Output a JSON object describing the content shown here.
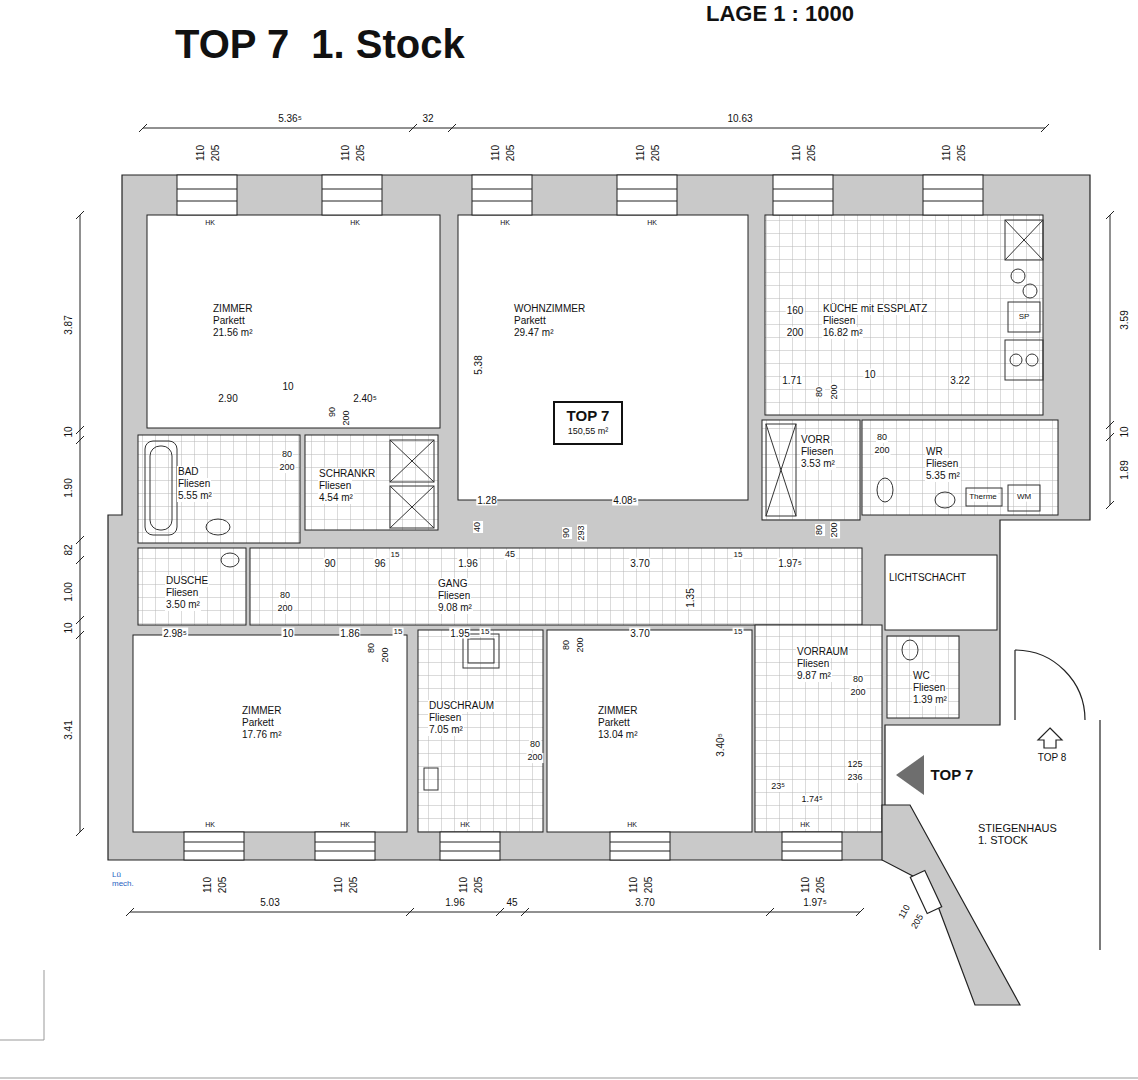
{
  "diagram": {
    "title": "TOP 7  1. Stock",
    "nodes": [
      {
        "text": [
          "ZIMMER",
          "Parkett",
          "21.56 m²"
        ]
      },
      {
        "text": [
          "WOHNZIMMER",
          "Parkett",
          "29.47 m²"
        ]
      },
      {
        "text": [
          "TOP 7",
          "150,55 m²"
        ],
        "in": 1
      },
      {
        "text": [
          "KÜCHE mit ESSPLATZ",
          "Fliesen",
          "16.82 m²"
        ]
      },
      {
        "text": [
          "BAD",
          "Fliesen",
          "5.55 m²"
        ]
      },
      {
        "text": [
          "SCHRANKR",
          "Fliesen",
          "4.54 m²"
        ]
      },
      {
        "text": [
          "VORR",
          "Fliesen",
          "3.53 m²"
        ]
      },
      {
        "text": [
          "WR",
          "Fliesen",
          "5.35 m²"
        ]
      },
      {
        "text": [
          "DUSCHE",
          "Fliesen",
          "3.50 m²"
        ]
      },
      {
        "text": [
          "GANG",
          "Fliesen",
          "9.08 m²"
        ]
      },
      {
        "text": [
          "LICHTSCHACHT"
        ]
      },
      {
        "text": [
          "ZIMMER",
          "Parkett",
          "17.76 m²"
        ]
      },
      {
        "text": [
          "DUSCHRAUM",
          "Fliesen",
          "7.05 m²"
        ]
      },
      {
        "text": [
          "ZIMMER",
          "Parkett",
          "13.04 m²"
        ]
      },
      {
        "text": [
          "VORRAUM",
          "Fliesen",
          "9.87 m²"
        ]
      },
      {
        "text": [
          "WC",
          "Fliesen",
          "1.39 m²"
        ]
      }
    ],
    "labels": [
      "LAGE 1 : 1000",
      "5.36⁵",
      "32",
      "10.63",
      "110",
      "205",
      "110",
      "205",
      "110",
      "205",
      "110",
      "205",
      "110",
      "205",
      "110",
      "205",
      "110",
      "205",
      "110",
      "205",
      "110",
      "205",
      "110",
      "205",
      "110",
      "205",
      "110",
      "205",
      "HK",
      "HK",
      "HK",
      "HK",
      "HK",
      "HK",
      "HK",
      "HK",
      "HK",
      "3.87",
      "10",
      "1.90",
      "82",
      "1.00",
      "10",
      "3.41",
      "3.59",
      "10",
      "1.89",
      "2.90",
      "10",
      "2.40⁵",
      "90",
      "200",
      "80",
      "200",
      "5.38",
      "1.28",
      "4.08⁵",
      "40",
      "90",
      "293",
      "160",
      "200",
      "1.71",
      "80",
      "200",
      "10",
      "3.22",
      "80",
      "200",
      "80",
      "200",
      "90",
      "15",
      "96",
      "1.96",
      "45",
      "3.70",
      "15",
      "1.97⁵",
      "1.35",
      "80",
      "200",
      "2.98⁵",
      "10",
      "1.86",
      "15",
      "80",
      "200",
      "1.95",
      "15",
      "80",
      "200",
      "3.70",
      "15",
      "80",
      "200",
      "3.40⁵",
      "80",
      "200",
      "125",
      "236",
      "TOP 7",
      "23⁵",
      "1.74⁵",
      "TOP 8",
      "STIEGENHAUS 1. STOCK",
      "5.03",
      "1.96",
      "45",
      "3.70",
      "1.97⁵",
      "Lü mech.",
      "SP",
      "WM",
      "Therme"
    ]
  }
}
